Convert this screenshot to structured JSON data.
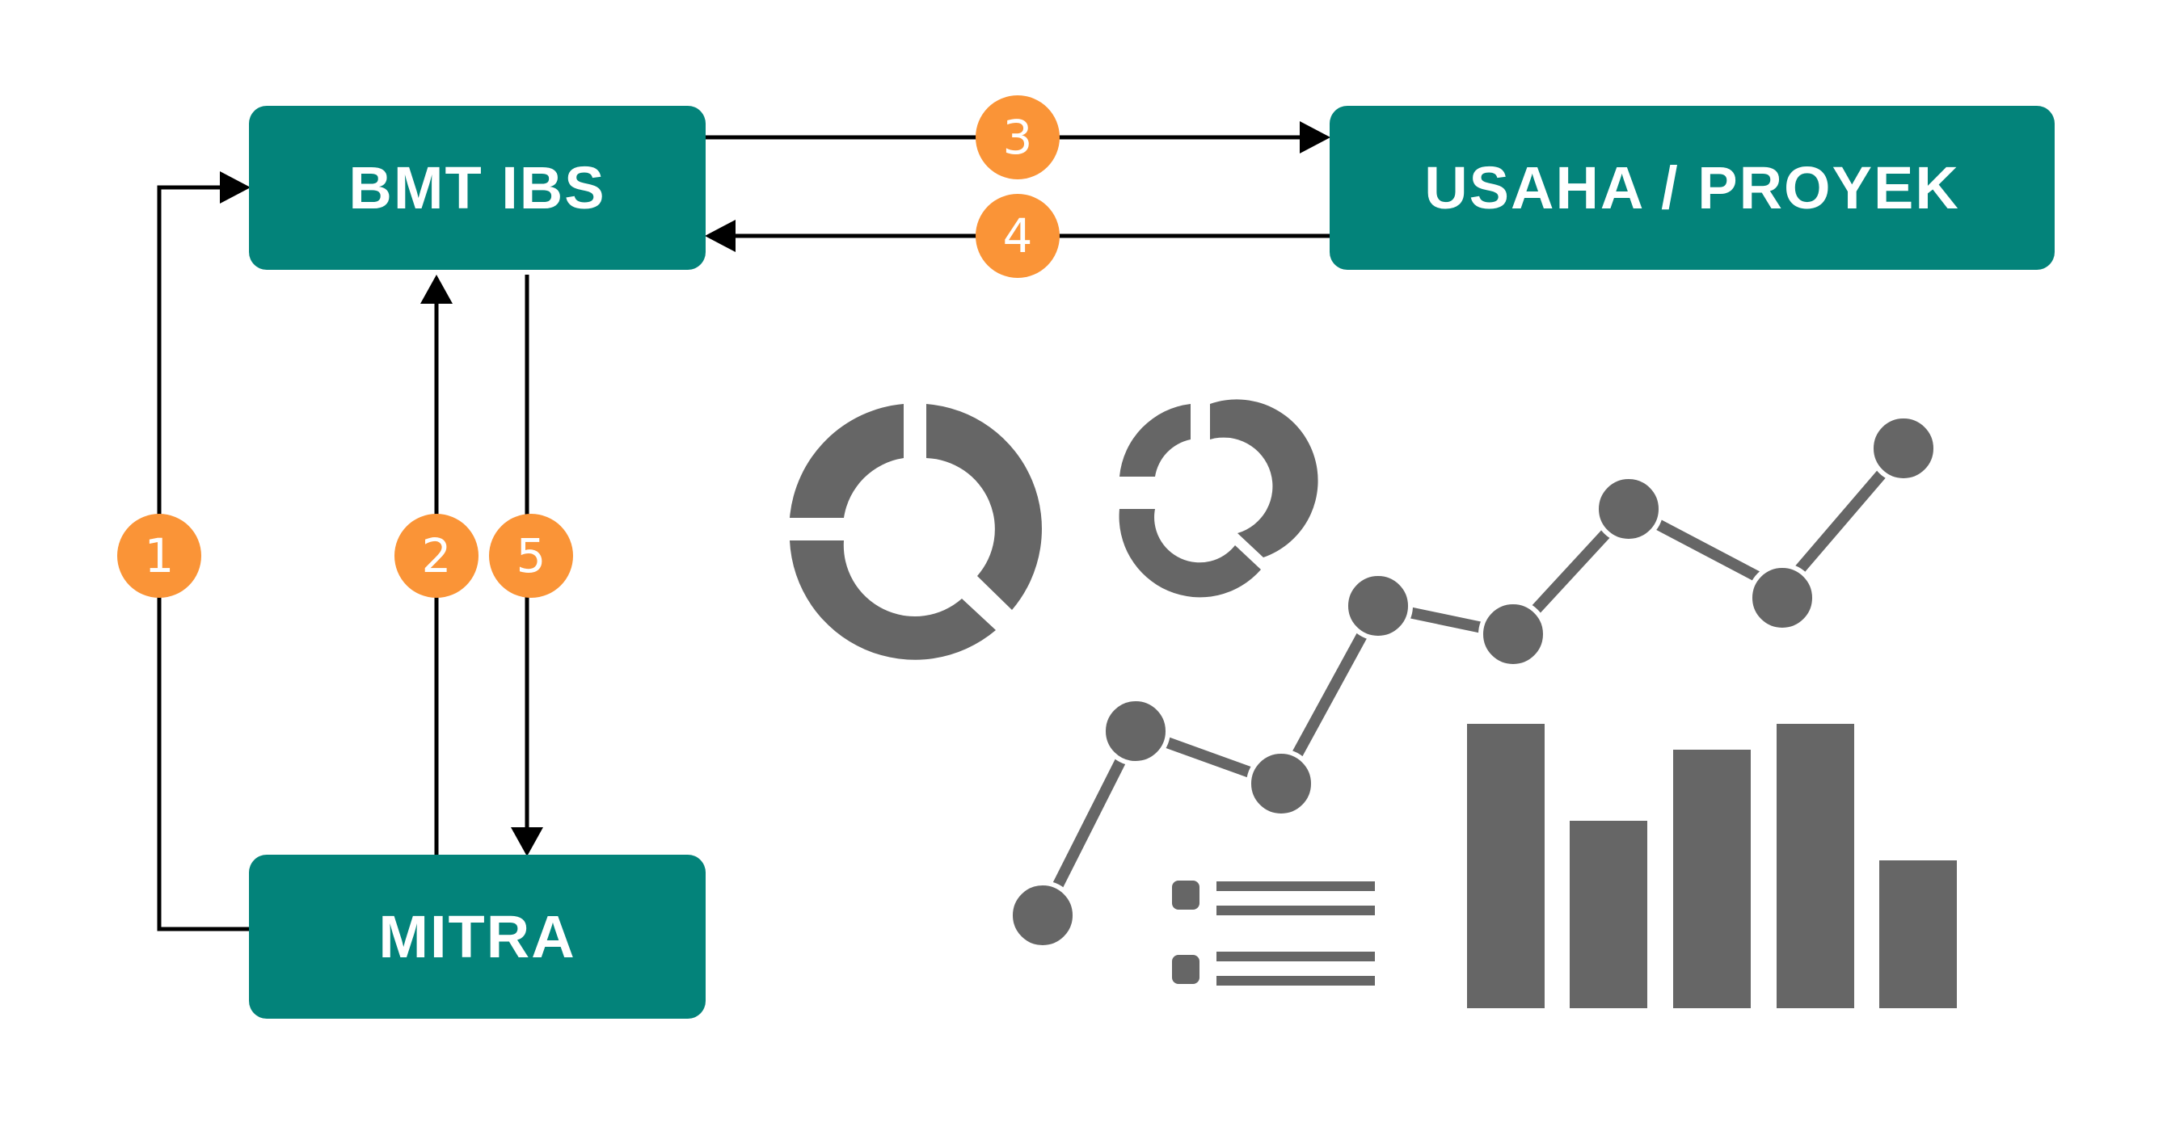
{
  "colors": {
    "node_fill": "#03837A",
    "badge_fill": "#FA9437",
    "arrow": "#000000",
    "illustration": "#666666"
  },
  "nodes": {
    "bmt": "BMT IBS",
    "usaha": "USAHA / PROYEK",
    "mitra": "MITRA"
  },
  "steps": [
    "1",
    "2",
    "3",
    "4",
    "5"
  ],
  "illustration": {
    "icons": [
      "donut-chart-icon",
      "donut-chart-icon",
      "line-chart-icon",
      "bar-chart-icon",
      "legend-list-icon"
    ]
  }
}
